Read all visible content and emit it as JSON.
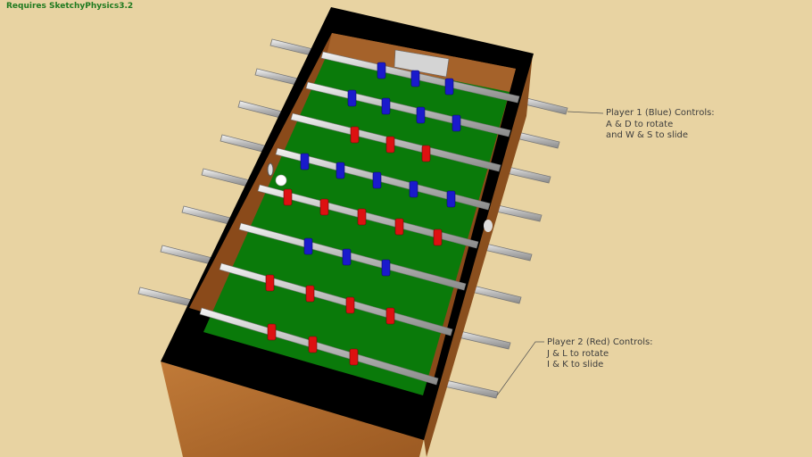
{
  "header": {
    "requirement": "Requires SketchyPhysics3.2"
  },
  "annotations": {
    "player1": {
      "title": "Player 1 (Blue) Controls:",
      "line1": "A & D to rotate",
      "line2": "and W & S to slide"
    },
    "player2": {
      "title": "Player 2 (Red) Controls:",
      "line1": "J & L to rotate",
      "line2": "I & K to slide"
    }
  },
  "colors": {
    "background": "#e8d3a2",
    "field": "#0a7a0a",
    "frame": "#000000",
    "wood": "#b06a2c",
    "blue_team": "#1a1acc",
    "red_team": "#dd1111",
    "rod": "#d8d8d8"
  },
  "scene": {
    "object": "foosball-table",
    "rods": 8,
    "ball": "white"
  }
}
